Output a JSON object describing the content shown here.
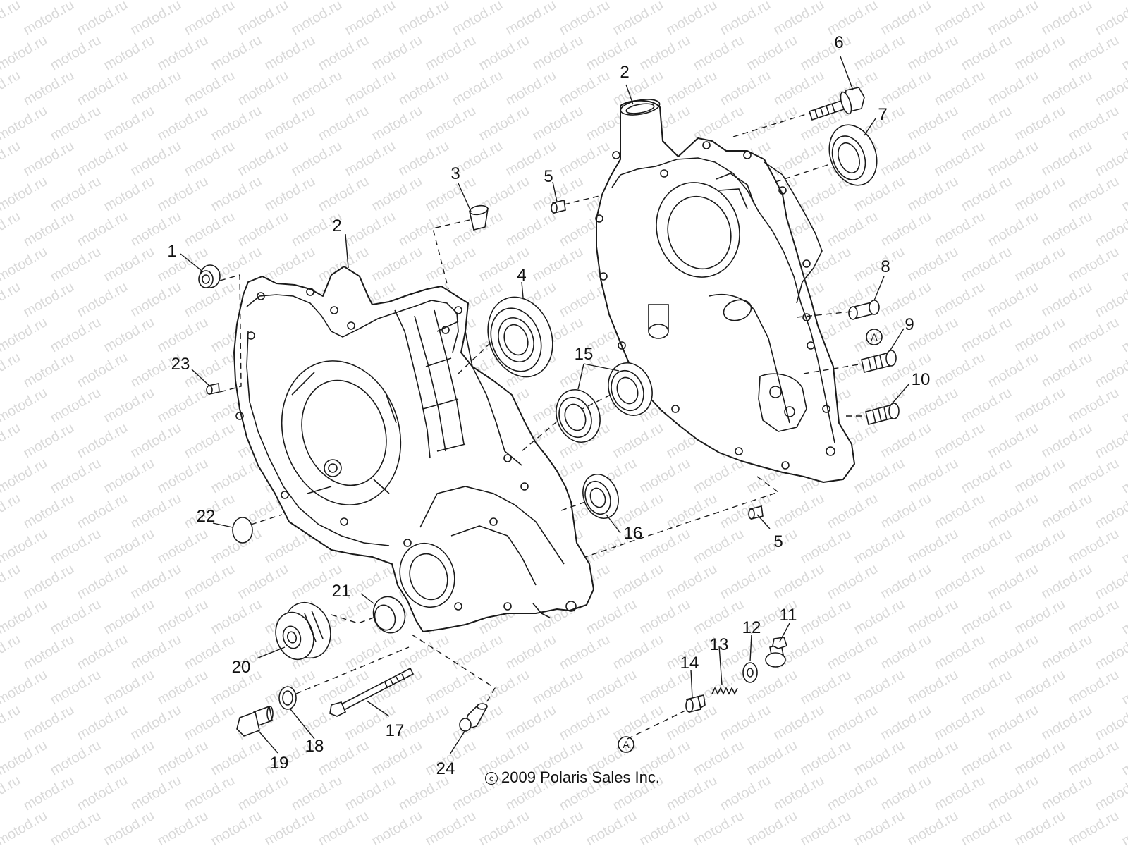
{
  "watermark": "motod.ru",
  "copyright": "2009 Polaris Sales Inc.",
  "copyright_symbol": "c",
  "reference_marker": "A",
  "callouts": [
    {
      "id": "c1",
      "text": "1"
    },
    {
      "id": "c2a",
      "text": "2"
    },
    {
      "id": "c2b",
      "text": "2"
    },
    {
      "id": "c3",
      "text": "3"
    },
    {
      "id": "c4",
      "text": "4"
    },
    {
      "id": "c5a",
      "text": "5"
    },
    {
      "id": "c5b",
      "text": "5"
    },
    {
      "id": "c6",
      "text": "6"
    },
    {
      "id": "c7",
      "text": "7"
    },
    {
      "id": "c8",
      "text": "8"
    },
    {
      "id": "c9",
      "text": "9"
    },
    {
      "id": "c10",
      "text": "10"
    },
    {
      "id": "c11",
      "text": "11"
    },
    {
      "id": "c12",
      "text": "12"
    },
    {
      "id": "c13",
      "text": "13"
    },
    {
      "id": "c14",
      "text": "14"
    },
    {
      "id": "c15",
      "text": "15"
    },
    {
      "id": "c16",
      "text": "16"
    },
    {
      "id": "c17",
      "text": "17"
    },
    {
      "id": "c18",
      "text": "18"
    },
    {
      "id": "c19",
      "text": "19"
    },
    {
      "id": "c20",
      "text": "20"
    },
    {
      "id": "c21",
      "text": "21"
    },
    {
      "id": "c22",
      "text": "22"
    },
    {
      "id": "c23",
      "text": "23"
    },
    {
      "id": "c24",
      "text": "24"
    }
  ]
}
